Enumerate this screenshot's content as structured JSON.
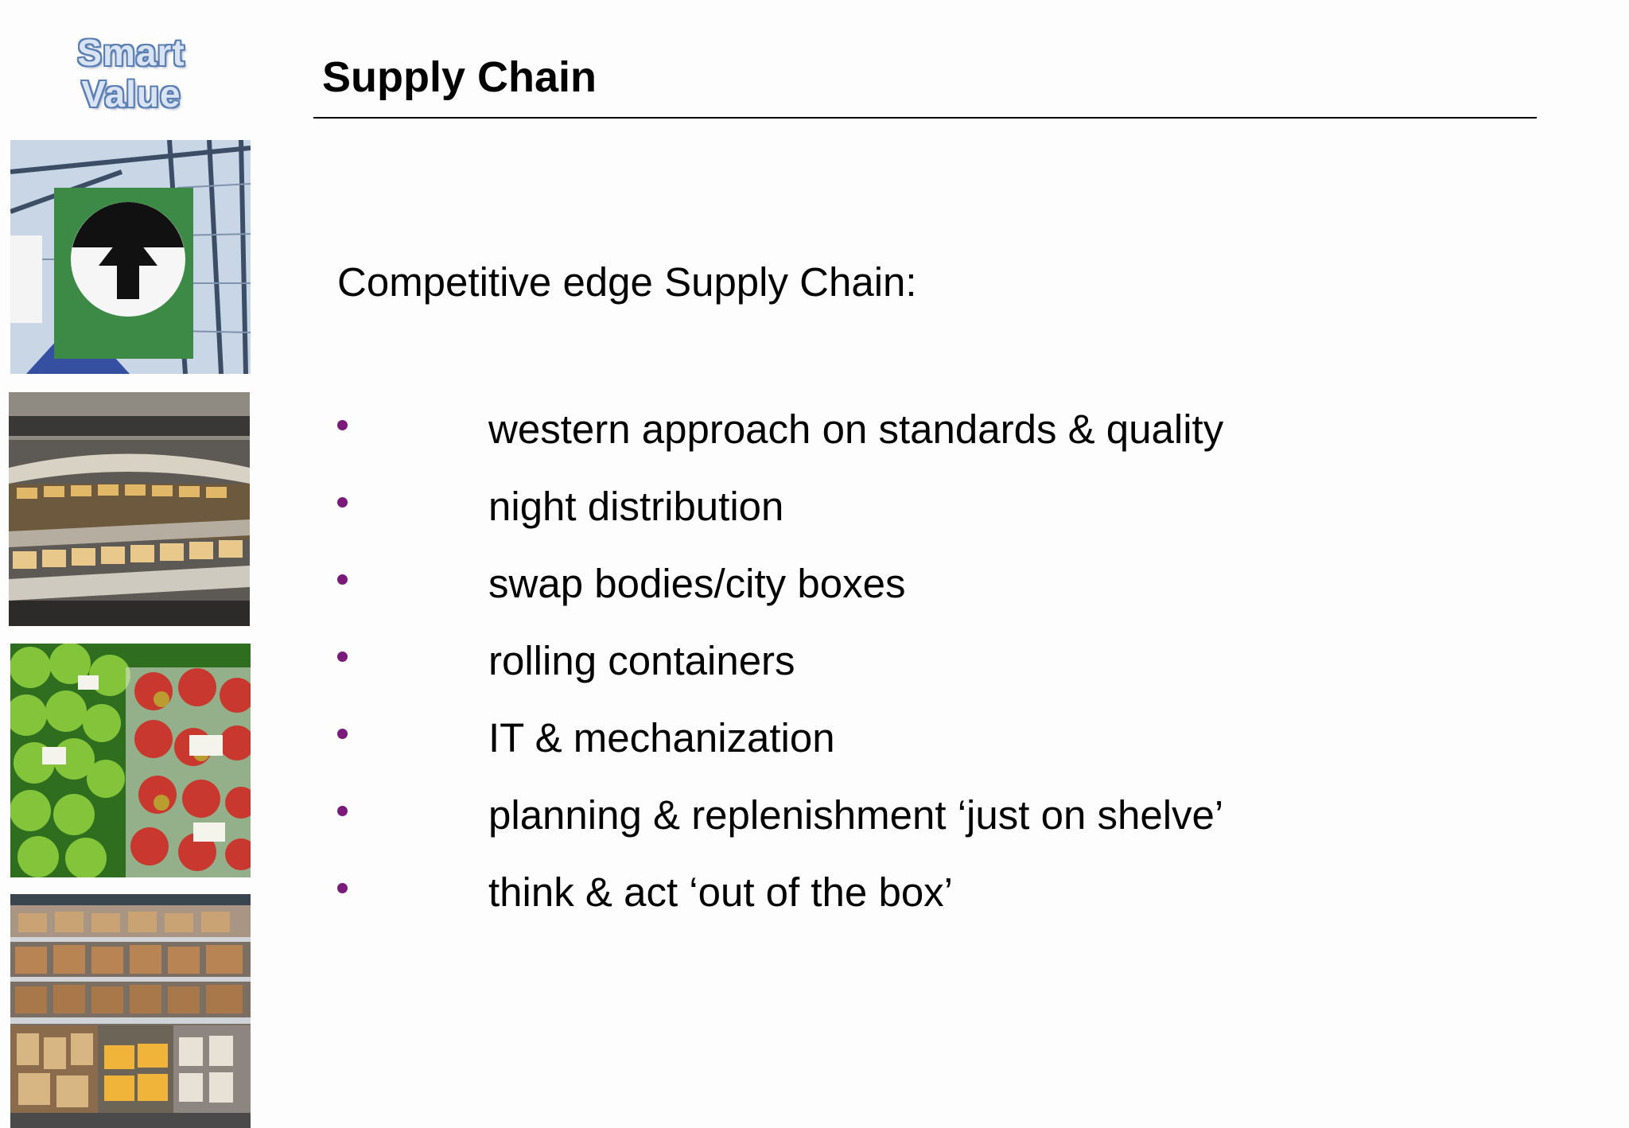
{
  "logo": {
    "line1": "Smart",
    "line2": "Value"
  },
  "header": {
    "title": "Supply Chain"
  },
  "content": {
    "subtitle": "Competitive edge Supply Chain:",
    "bullets": [
      "western approach on standards & quality",
      "night distribution",
      "swap bodies/city boxes",
      "rolling containers",
      "IT & mechanization",
      "planning & replenishment ‘just on shelve’",
      "think & act ‘out of the box’"
    ]
  },
  "colors": {
    "bullet": "#7a1a7a",
    "logo_outline": "#5b7fb3",
    "title": "#000000"
  },
  "photos": [
    "arrow-sign-photo",
    "bakery-counter-photo",
    "apples-photo",
    "store-shelves-photo"
  ]
}
